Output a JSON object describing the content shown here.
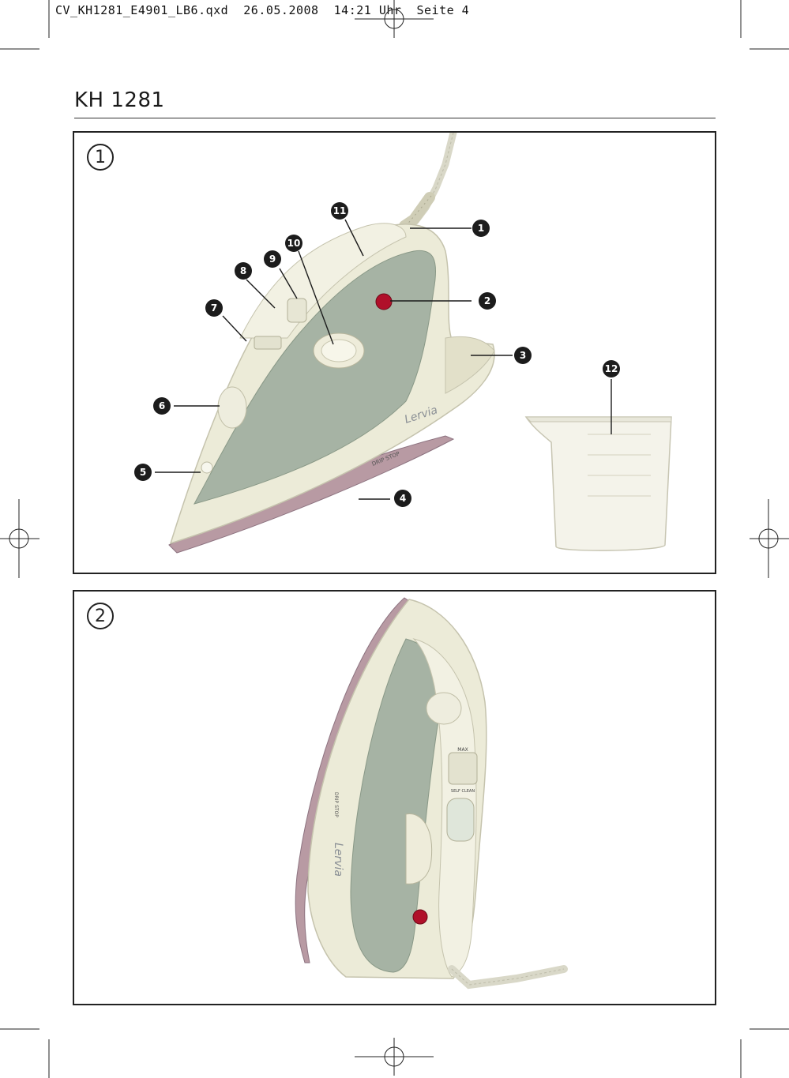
{
  "slug_line": "CV_KH1281_E4901_LB6.qxd  26.05.2008  14:21 Uhr  Seite 4",
  "model_title": "KH 1281",
  "figures": [
    {
      "number": "1",
      "callouts": [
        "1",
        "2",
        "3",
        "4",
        "5",
        "6",
        "7",
        "8",
        "9",
        "10",
        "11",
        "12"
      ],
      "iron_brand": "Lervia",
      "drip_stop_label": "DRIP STOP"
    },
    {
      "number": "2",
      "iron_brand": "Lervia",
      "drip_stop_label": "DRIP STOP",
      "max_label": "MAX",
      "self_clean_label": "SELF CLEAN"
    }
  ],
  "colors": {
    "iron_body": "#ecebd8",
    "tank_window": "#9fae9f",
    "soleplate": "#b89aa3",
    "indicator_lamp": "#b0102a",
    "callout": "#1c1c1c"
  }
}
